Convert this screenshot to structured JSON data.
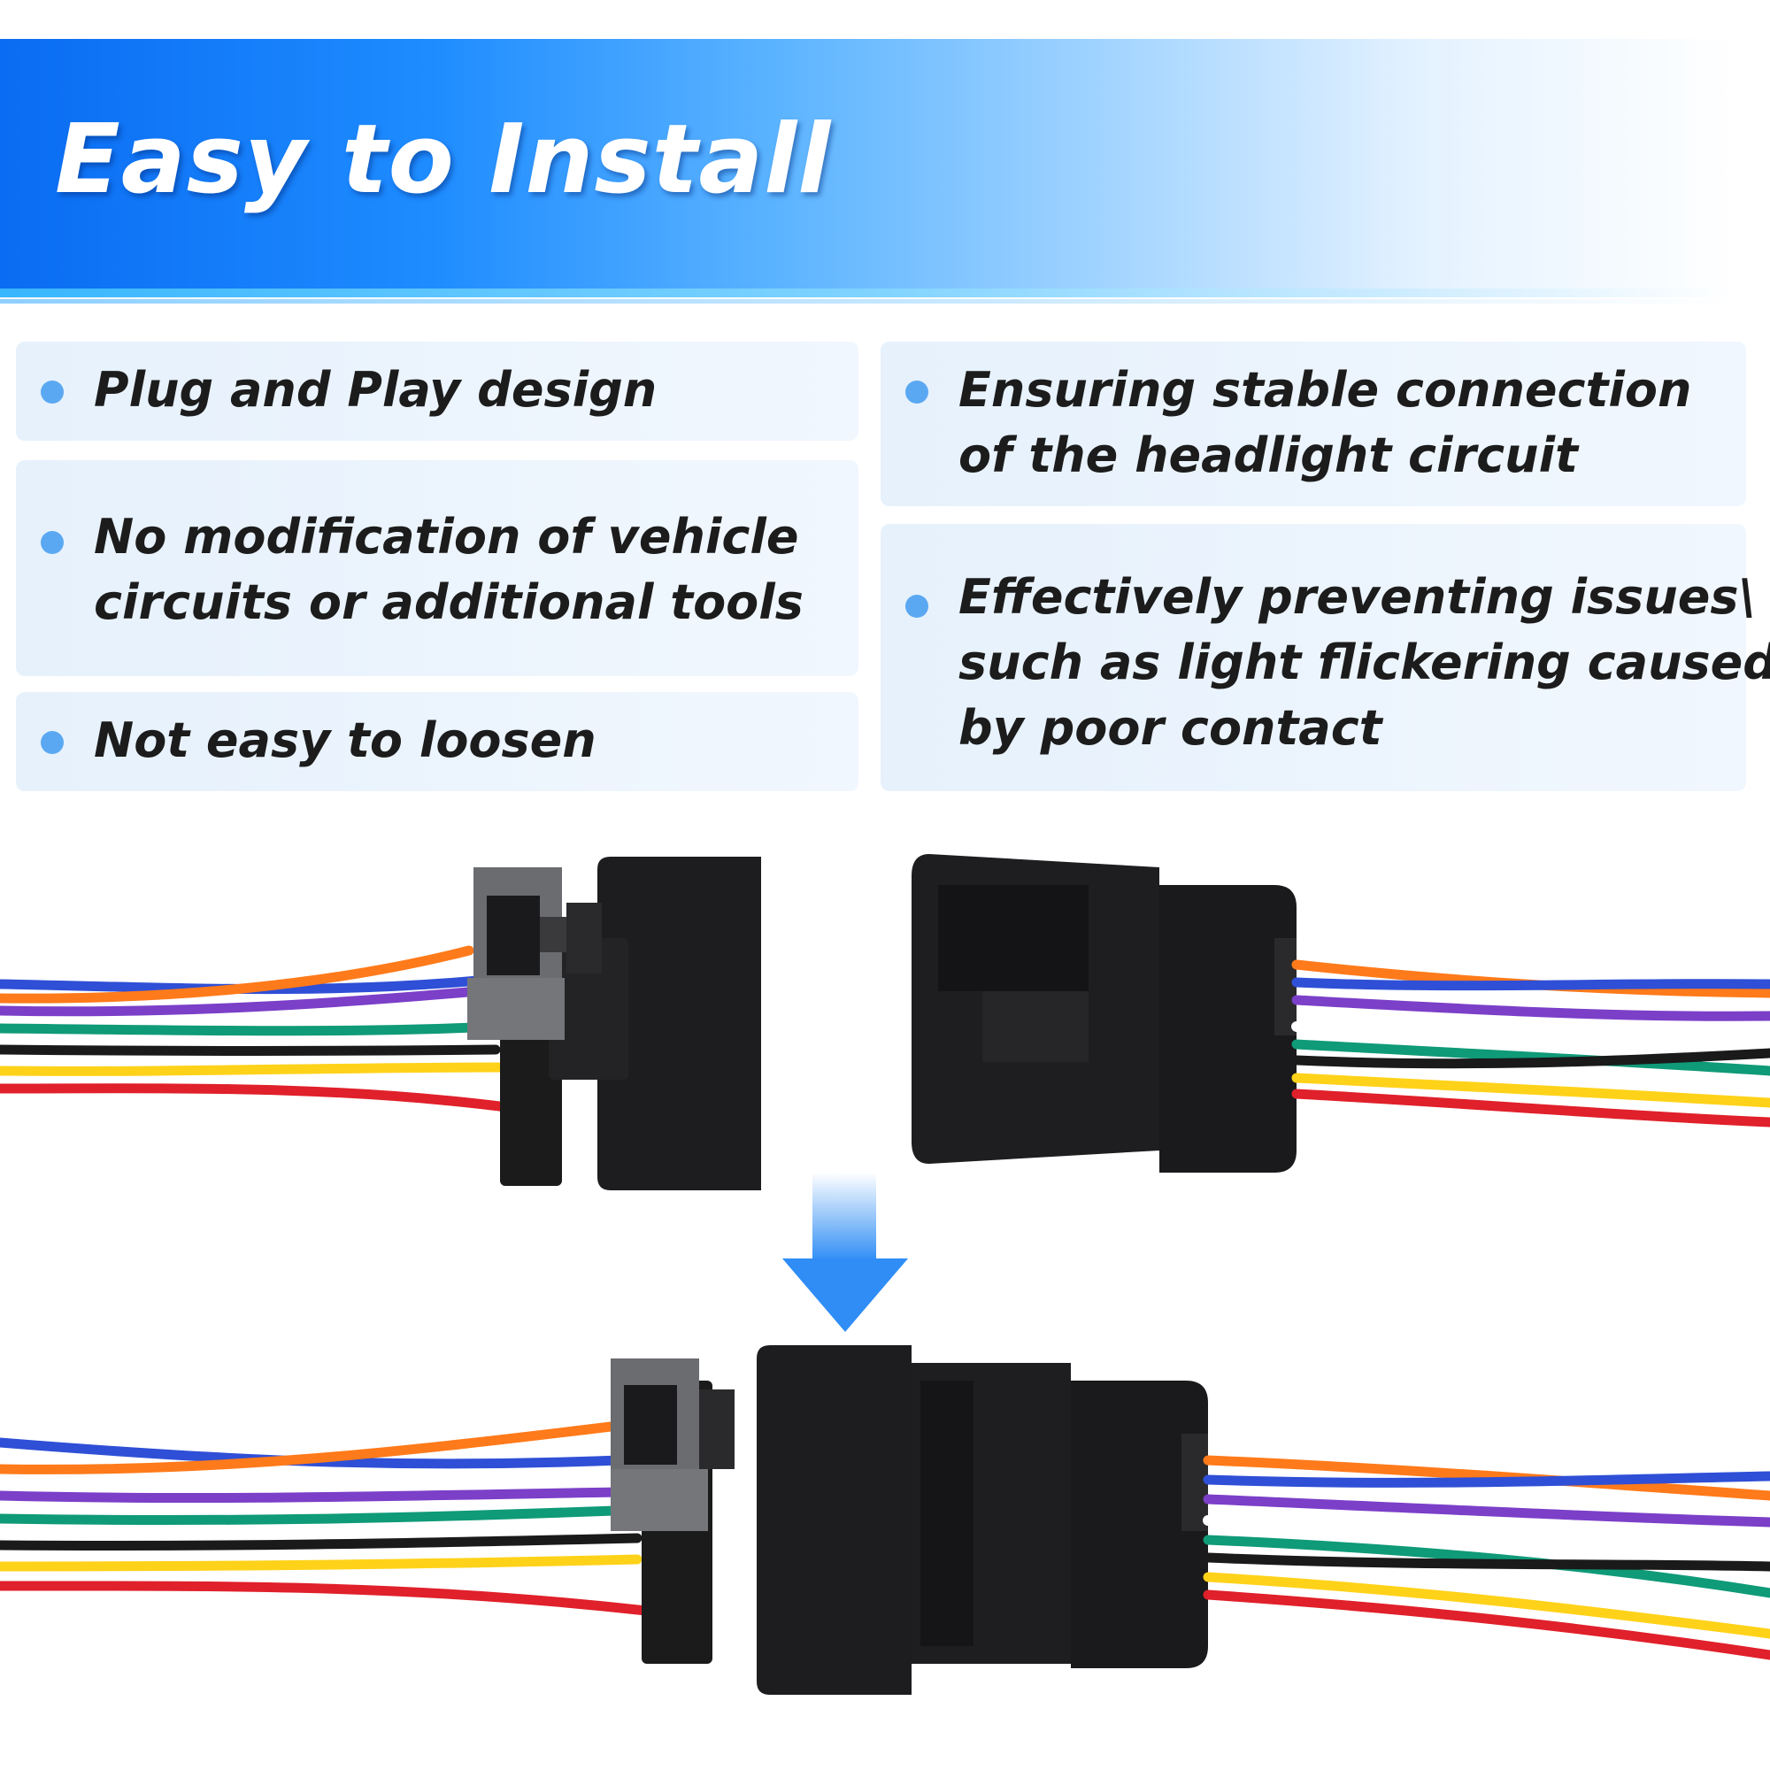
{
  "header": {
    "title": "Easy to Install"
  },
  "features": {
    "left": [
      {
        "lines": [
          "Plug and Play design"
        ]
      },
      {
        "lines": [
          "No modification of vehicle",
          "circuits or additional tools"
        ]
      },
      {
        "lines": [
          "Not easy to loosen"
        ]
      }
    ],
    "right": [
      {
        "lines": [
          "Ensuring stable connection",
          "of the headlight circuit"
        ]
      },
      {
        "lines": [
          "Effectively preventing issues\\",
          "such as light flickering caused",
          "by poor contact"
        ]
      }
    ]
  },
  "colors": {
    "banner_start": "#0a6cf2",
    "banner_end": "#ffffff",
    "bullet": "#5ba8f2",
    "card_bg": "#e6f1fc",
    "arrow": "#2f8df5",
    "wires": [
      "#2f4fd6",
      "#ff7a1a",
      "#7b3fc8",
      "#0f9a78",
      "#1a1a1a",
      "#ffd21a",
      "#e0202a",
      "#ffffff"
    ]
  }
}
